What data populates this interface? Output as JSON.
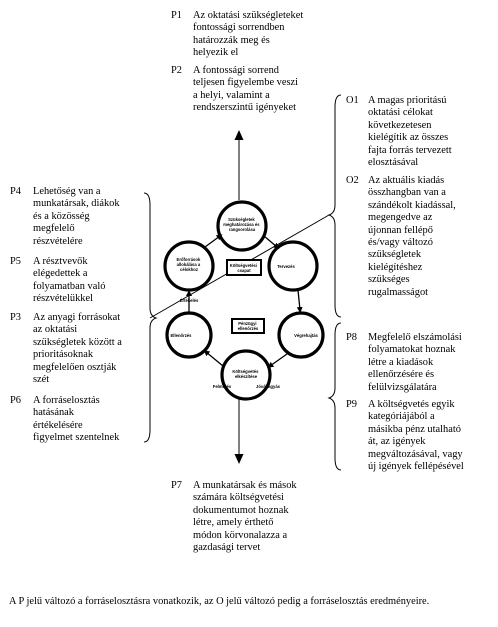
{
  "principles": {
    "P1": {
      "code": "P1",
      "lines": [
        "Az oktatási szükségleteket",
        "fontossági sorrendben",
        "határozzák meg és",
        "helyezik el"
      ]
    },
    "P2": {
      "code": "P2",
      "lines": [
        "A fontossági sorrend",
        "teljesen figyelembe veszi",
        "a helyi, valamint a",
        "rendszerszintű igényeket"
      ]
    },
    "P3": {
      "code": "P3",
      "lines": [
        "Az anyagi forrásokat",
        "az oktatási",
        "szükségletek között a",
        "prioritásoknak",
        "megfelelően osztják",
        "szét"
      ]
    },
    "P4": {
      "code": "P4",
      "lines": [
        "Lehetőség van a",
        "munkatársak, diákok",
        "és a közösség",
        "megfelelő",
        "részvételére"
      ]
    },
    "P5": {
      "code": "P5",
      "lines": [
        "A résztvevők",
        "elégedettek a",
        "folyamatban való",
        "részvételükkel"
      ]
    },
    "P6": {
      "code": "P6",
      "lines": [
        "A forráselosztás",
        "hatásának",
        "értékelésére",
        "figyelmet szentelnek"
      ]
    },
    "P7": {
      "code": "P7",
      "lines": [
        "A munkatársak és mások",
        "számára költségvetési",
        "dokumentumot hoznak",
        "létre, amely érthető",
        "módon körvonalazza a",
        "gazdasági tervet"
      ]
    },
    "P8": {
      "code": "P8",
      "lines": [
        "Megfelelő elszámolási",
        "folyamatokat hoznak",
        "létre a kiadások",
        "ellenőrzésére és",
        "felülvizsgálatára"
      ]
    },
    "P9": {
      "code": "P9",
      "lines": [
        "A költségvetés egyik",
        "kategóriájából a",
        "másikba pénz utalható",
        "át, az igények",
        "megváltozásával, vagy",
        "új igények fellépésével"
      ]
    }
  },
  "outcomes": {
    "O1": {
      "code": "O1",
      "lines": [
        "A magas prioritású",
        "oktatási célokat",
        "következetesen",
        "kielégítik az összes",
        "fajta forrás tervezett",
        "elosztásával"
      ]
    },
    "O2": {
      "code": "O2",
      "lines": [
        "Az aktuális kiadás",
        "összhangban van a",
        "szándékolt kiadással,",
        "megengedve az",
        "újonnan fellépő",
        "és/vagy változó",
        "szükségletek",
        "kielégítéshez",
        "szükséges",
        "rugalmasságot"
      ]
    }
  },
  "cycle": {
    "top_node": [
      "Szükségletek",
      "meghatározása és",
      "rangsorolása"
    ],
    "left_node": [
      "Erőforrások",
      "allokálása a",
      "célokhoz"
    ],
    "right_node": [
      "Tervezés"
    ],
    "bottom_node": [
      "Költségvetés",
      "elkészítése"
    ],
    "left_small_label": "Ellenőrzés",
    "right_small_label": "Végrehajtás",
    "center_box_top": [
      "Költségvetési",
      "csapat"
    ],
    "center_box_bottom": [
      "Pénzügyi",
      "ellenőrzés"
    ],
    "left_mid_label": "Értékelés",
    "bottom_left_label": "Felmérés",
    "bottom_right_label": "Jóváhagyás"
  },
  "footnote": "A P jelű változó a forráselosztásra vonatkozik, az O jelű változó pedig a forráselosztás eredményeire."
}
